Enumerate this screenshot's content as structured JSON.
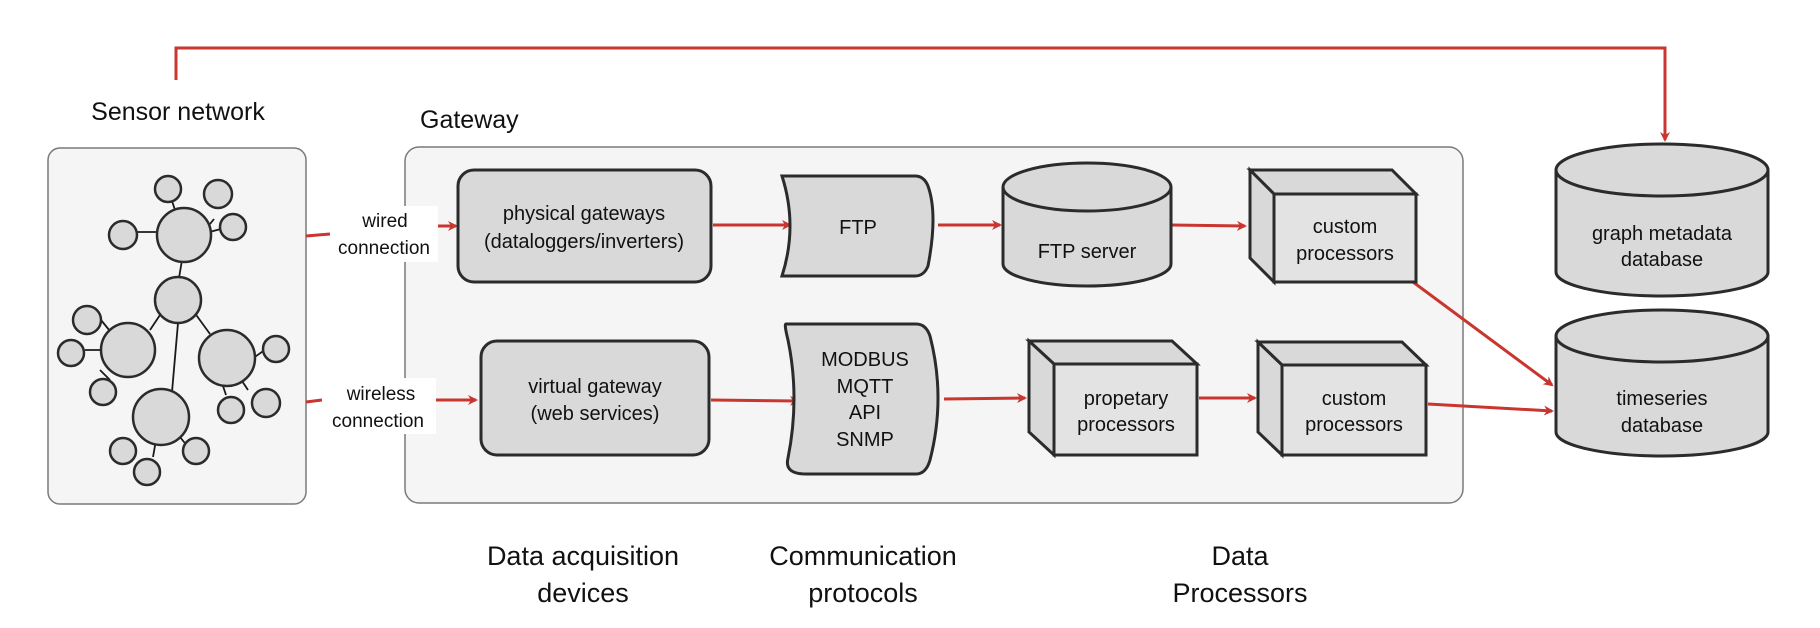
{
  "colors": {
    "arrow": "#c9352f",
    "shape_fill": "#d9d9d9",
    "panel_fill": "#f5f5f5",
    "stroke": "#2b2b2b"
  },
  "sensor_network": {
    "title": "Sensor network"
  },
  "gateway": {
    "title": "Gateway"
  },
  "connections": {
    "wired": [
      "wired",
      "connection"
    ],
    "wireless": [
      "wireless",
      "connection"
    ]
  },
  "nodes": {
    "physical_gateways": [
      "physical gateways",
      "(dataloggers/inverters)"
    ],
    "virtual_gateway": [
      "virtual gateway",
      "(web services)"
    ],
    "ftp": "FTP",
    "protocols": [
      "MODBUS",
      "MQTT",
      "API",
      "SNMP"
    ],
    "ftp_server": "FTP server",
    "custom_processors_top": [
      "custom",
      "processors"
    ],
    "propetary_processors": [
      "propetary",
      "processors"
    ],
    "custom_processors_bottom": [
      "custom",
      "processors"
    ],
    "graph_metadata_db": [
      "graph metadata",
      "database"
    ],
    "timeseries_db": [
      "timeseries",
      "database"
    ]
  },
  "bottom_labels": {
    "acquisition": [
      "Data acquisition",
      "devices"
    ],
    "protocols": [
      "Communication",
      "protocols"
    ],
    "processors": [
      "Data",
      "Processors"
    ]
  }
}
